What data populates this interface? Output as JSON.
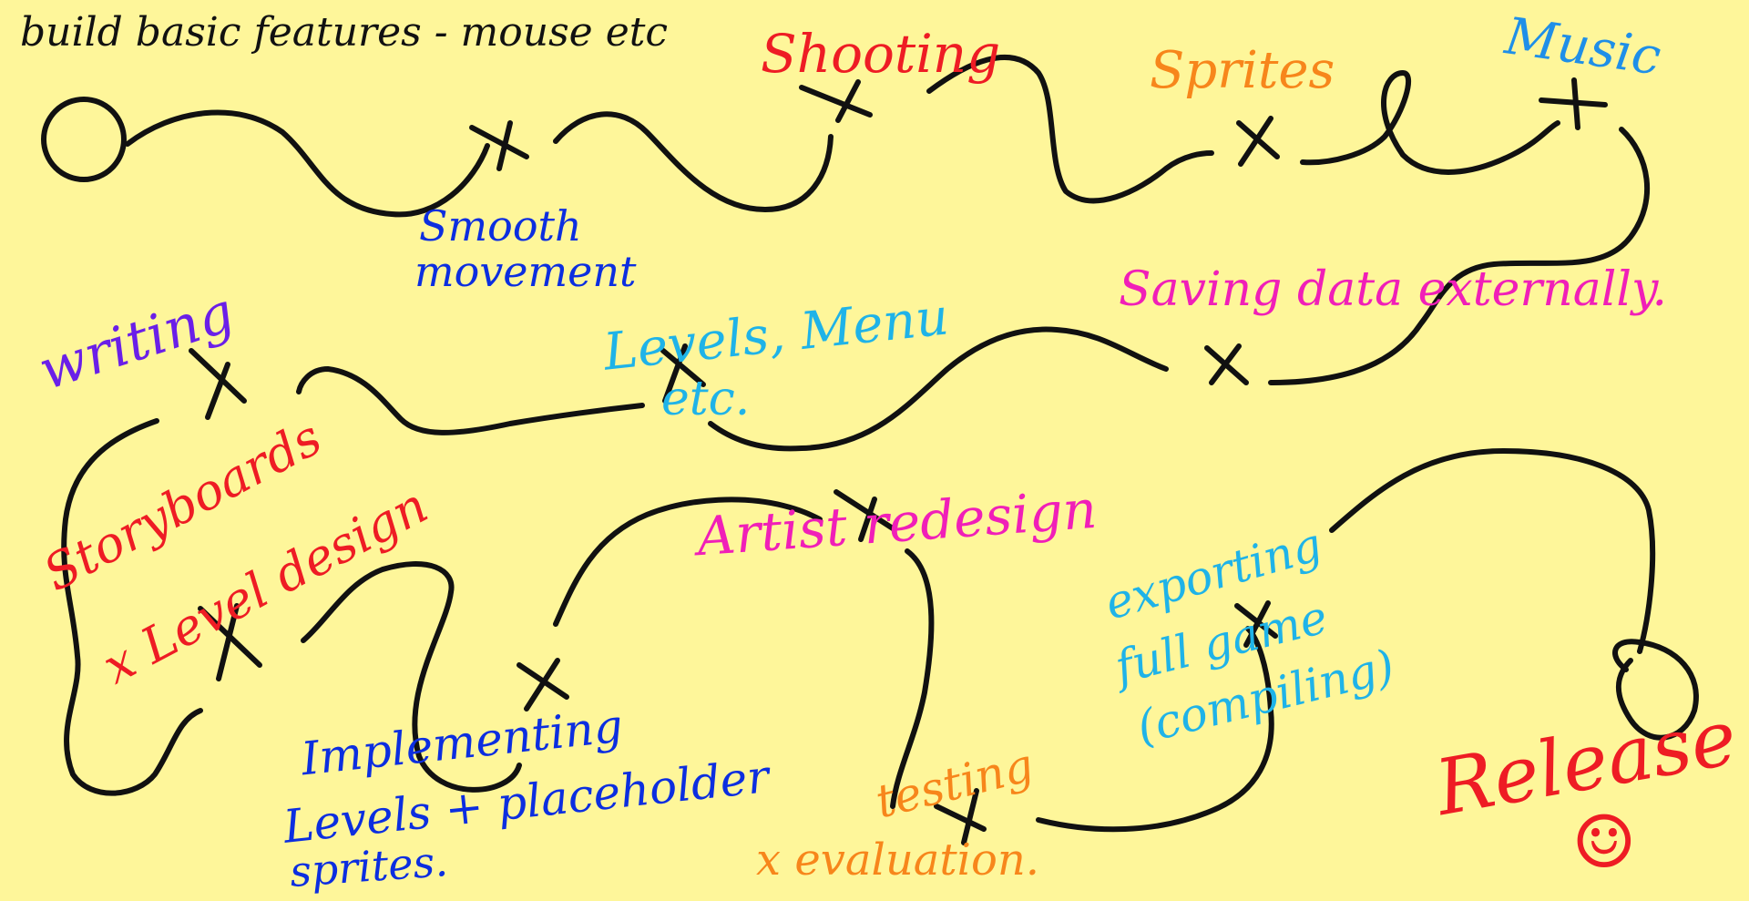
{
  "colors": {
    "background": "#fef69a",
    "black": "#111111",
    "red": "#ee1c24",
    "orange": "#f7861b",
    "blue": "#0c2ee0",
    "sky": "#1fb3e8",
    "magenta": "#f01fb8",
    "purple": "#6a1fe8"
  },
  "labels": {
    "build": "build basic features - mouse etc",
    "smooth_line1": "Smooth",
    "smooth_line2": "movement",
    "shooting": "Shooting",
    "sprites": "Sprites",
    "music": "Music",
    "saving": "Saving data externally.",
    "levels_line1": "Levels, Menu",
    "levels_line2": "etc.",
    "writing": "writing",
    "storyboards_line1": "Storyboards",
    "storyboards_line2": "x Level design",
    "implementing_line1": "Implementing",
    "implementing_line2": "Levels + placeholder",
    "implementing_line3": "sprites.",
    "artist": "Artist redesign",
    "testing_line1": "testing",
    "testing_line2": "x evaluation.",
    "exporting_line1": "exporting",
    "exporting_line2": "full game",
    "exporting_line3": "(compiling)",
    "release": "Release",
    "smiley": "☺"
  }
}
